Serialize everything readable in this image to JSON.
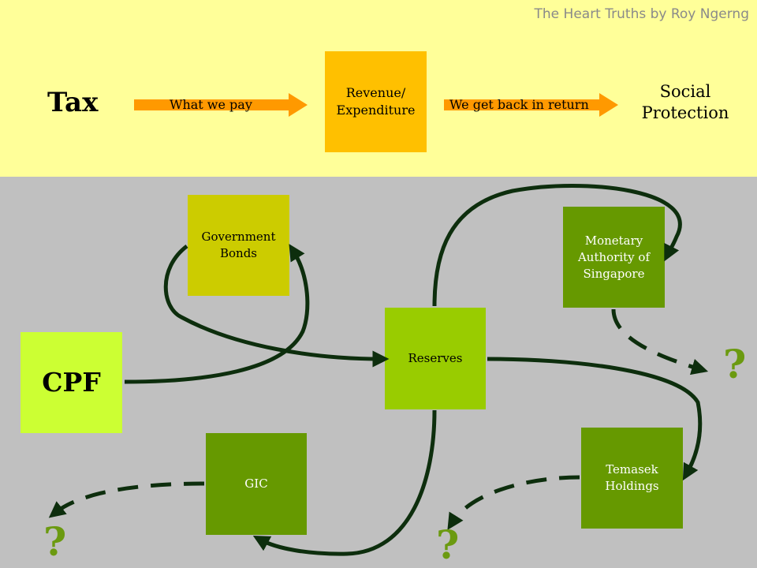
{
  "credit": "The Heart Truths by Roy Ngerng",
  "top_flow": {
    "tax": "Tax",
    "what_we_pay": "What we pay",
    "revenue_expenditure": "Revenue/\nExpenditure",
    "we_get_back": "We get back in return",
    "social_protection": "Social\nProtection"
  },
  "nodes": {
    "cpf": "CPF",
    "government_bonds": "Government\nBonds",
    "reserves": "Reserves",
    "mas": "Monetary\nAuthority of\nSingapore",
    "temasek": "Temasek\nHoldings",
    "gic": "GIC"
  },
  "question_mark": "?",
  "colors": {
    "top_band": "#ffff99",
    "bottom_band": "#c0c0c0",
    "orange_arrow": "#ff9900",
    "revenue_box": "#ffc000",
    "cpf_box": "#ccff33",
    "bonds_box": "#cccc00",
    "reserves_box": "#99cc00",
    "dark_green_box": "#669900",
    "flow_arrow": "#0d2e0d",
    "question_mark": "#6b9a10"
  }
}
